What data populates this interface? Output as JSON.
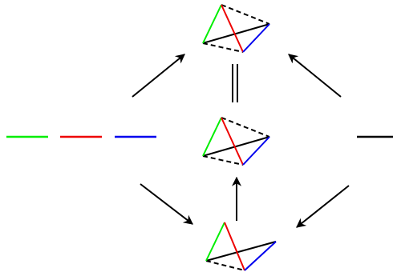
{
  "colors": {
    "green": "#00ee00",
    "red": "#ee0000",
    "blue": "#0000ee",
    "black": "#000000",
    "background": "#ffffff"
  },
  "tetrahedra": [
    {
      "id": "top",
      "edges": [
        "green-solid",
        "red-solid",
        "blue-solid",
        "black-solid-diagonal",
        "black-dashed-top",
        "black-dashed-bottom"
      ]
    },
    {
      "id": "middle",
      "edges": [
        "green-solid",
        "red-solid",
        "blue-solid",
        "black-solid-diagonal",
        "black-dashed-top",
        "black-dashed-bottom"
      ]
    },
    {
      "id": "bottom",
      "edges": [
        "green-solid",
        "red-solid",
        "blue-solid",
        "black-solid-diagonal",
        "black-solid-top",
        "black-dashed-bottom"
      ]
    }
  ],
  "left_segments": [
    "green",
    "red",
    "blue"
  ],
  "right_segment": "black",
  "relations": {
    "top_equals_middle": "equal-sign",
    "arrows": [
      "left-to-top",
      "right-to-top",
      "left-to-bottom",
      "right-to-bottom",
      "bottom-to-middle"
    ]
  }
}
